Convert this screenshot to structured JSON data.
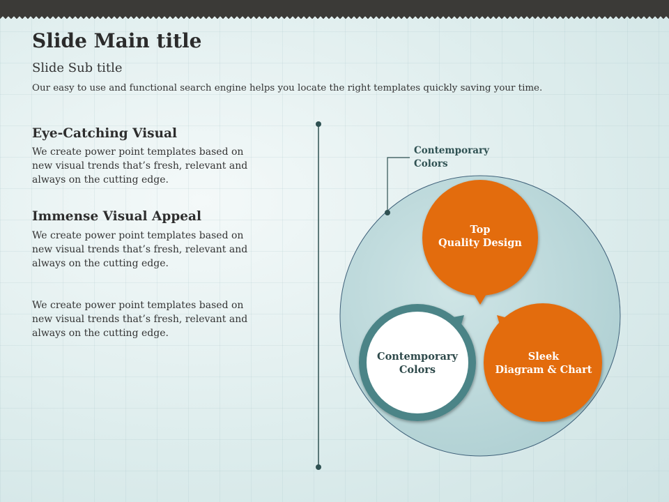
{
  "header": {
    "title": "Slide Main title",
    "subtitle": "Slide Sub title",
    "description": "Our easy to use and functional search engine helps you locate the right templates quickly saving your time."
  },
  "left": {
    "sections": [
      {
        "heading": "Eye-Catching Visual",
        "lines": [
          "We create power point templates based on",
          "new visual trends that’s fresh, relevant and",
          "always on the cutting edge."
        ]
      },
      {
        "heading": "Immense Visual Appeal",
        "lines": [
          "We create power point templates based on",
          "new visual trends that’s fresh, relevant and",
          "always on the cutting edge."
        ]
      },
      {
        "heading": "",
        "lines": [
          "We create power point templates based on",
          "new visual trends that’s fresh, relevant and",
          "always on the cutting edge."
        ]
      }
    ]
  },
  "diagram": {
    "callout": [
      "Contemporary",
      "Colors"
    ],
    "top": [
      "Top",
      "Quality Design"
    ],
    "left": [
      "Contemporary",
      "Colors"
    ],
    "right": [
      "Sleek",
      "Diagram & Chart"
    ]
  },
  "colors": {
    "orange": "#e36c0a",
    "teal": "#4b8487",
    "dark": "#2f5152",
    "bg_circle": "#bcd8da"
  }
}
